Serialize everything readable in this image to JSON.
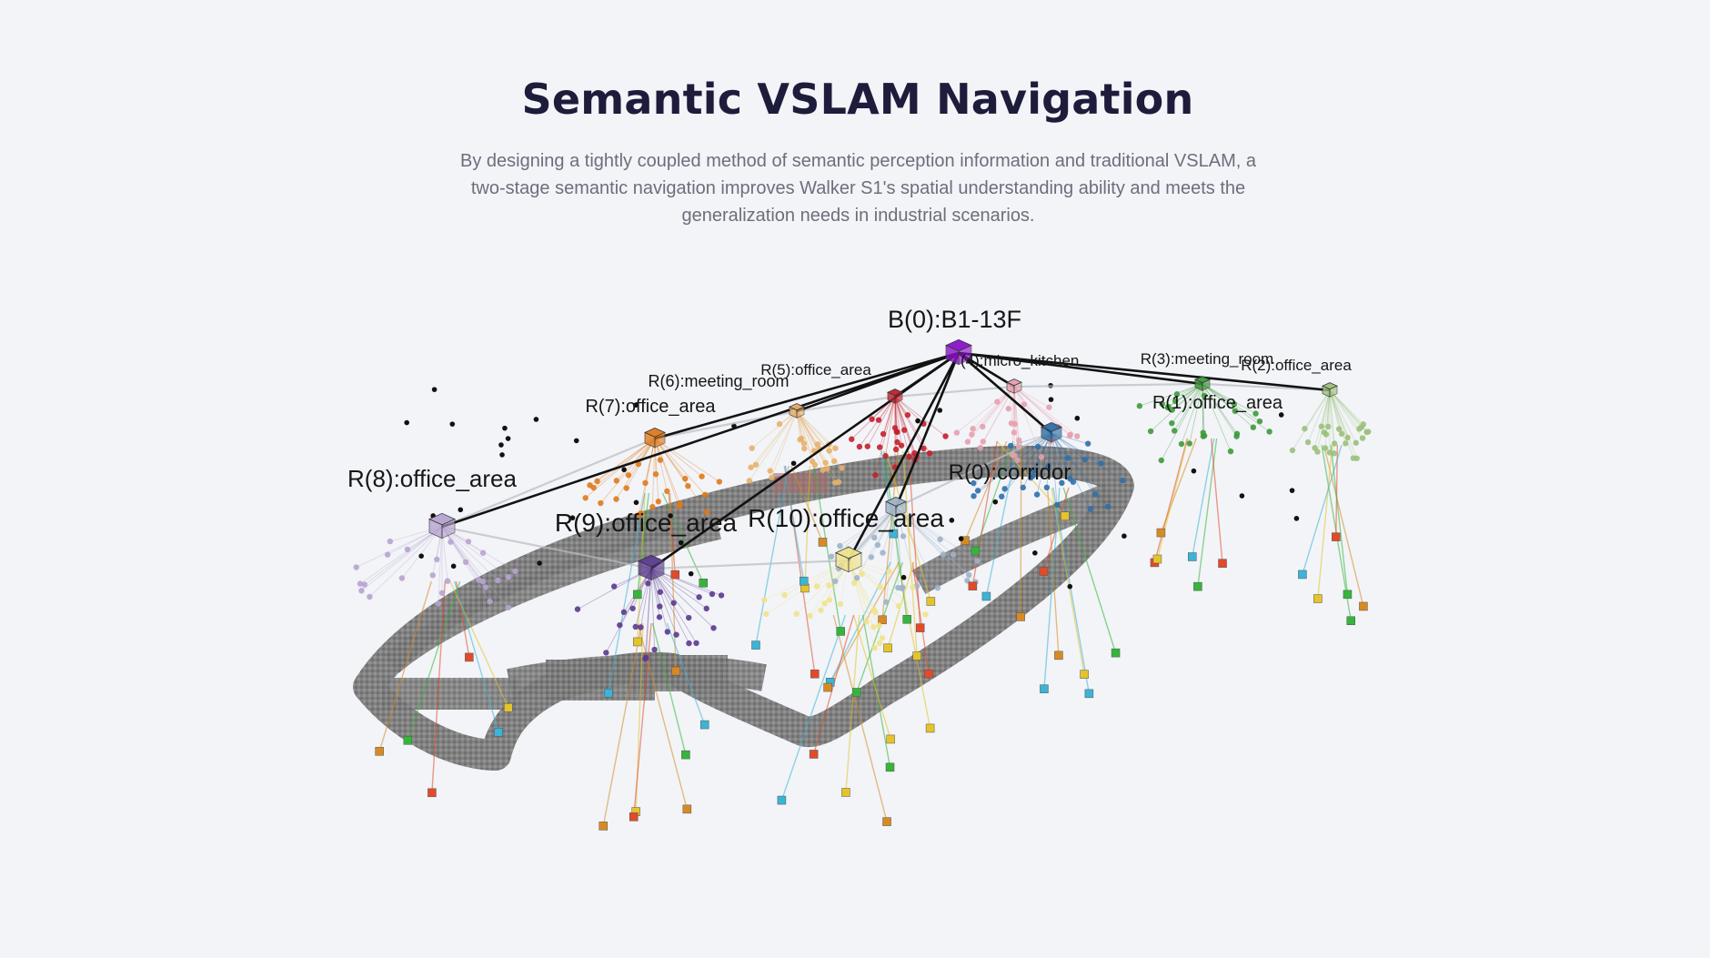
{
  "header": {
    "title": "Semantic VSLAM Navigation",
    "description": "By designing a tightly coupled method of semantic perception information and traditional VSLAM, a two-stage semantic navigation improves Walker S1's spatial understanding ability and meets the generalization needs in industrial scenarios."
  },
  "graph": {
    "root": {
      "label": "B(0):B1-13F",
      "color": "#8a12c9"
    },
    "rooms": [
      {
        "id": "r0",
        "label": "R(0):corridor",
        "color": "#9fb3c8"
      },
      {
        "id": "r1",
        "label": "R(1):office_area",
        "color": "#2f6fa8"
      },
      {
        "id": "r2",
        "label": "R(2):office_area",
        "color": "#9bc07a"
      },
      {
        "id": "r3",
        "label": "R(3):meeting_room",
        "color": "#3e9a3a"
      },
      {
        "id": "r4",
        "label": "(4):micro_kitchen",
        "color": "#e6a0ad"
      },
      {
        "id": "r5",
        "label": "R(5):office_area",
        "color": "#c4202b"
      },
      {
        "id": "r6",
        "label": "R(6):meeting_room",
        "color": "#e7b06b"
      },
      {
        "id": "r7",
        "label": "R(7):office_area",
        "color": "#e07a1a"
      },
      {
        "id": "r8",
        "label": "R(8):office_area",
        "color": "#b7a3cf"
      },
      {
        "id": "r9",
        "label": "R(9):office_area",
        "color": "#5b3a8e"
      },
      {
        "id": "r10",
        "label": "R(10):office_area",
        "color": "#efe38a"
      }
    ]
  }
}
